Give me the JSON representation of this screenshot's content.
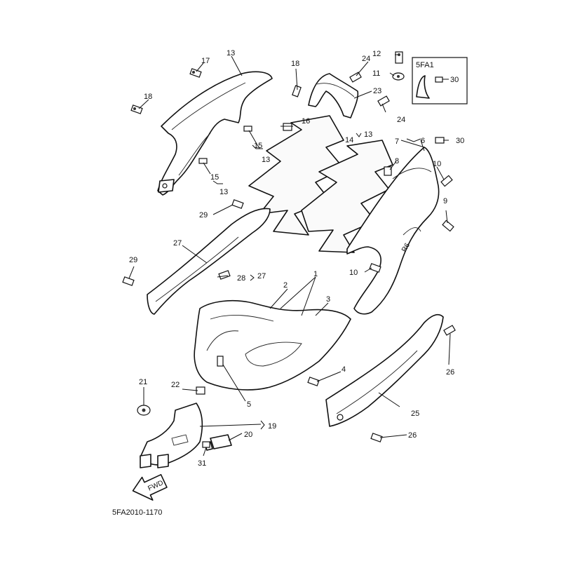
{
  "diagram": {
    "catalog_code": "5FA2010-1170",
    "variant_label": "5FA1",
    "variant_part": "30",
    "fwd_label": "FWD",
    "callouts": {
      "c1": "1",
      "c2": "2",
      "c3": "3",
      "c4": "4",
      "c5": "5",
      "c6": "6",
      "c7": "7",
      "c8": "8",
      "c9": "9",
      "c10a": "10",
      "c10b": "10",
      "c11": "11",
      "c12": "12",
      "c13a": "13",
      "c13b": "13",
      "c13c": "13",
      "c13d": "13",
      "c14": "14",
      "c15a": "15",
      "c15b": "15",
      "c16": "16",
      "c17": "17",
      "c18a": "18",
      "c18b": "18",
      "c19": "19",
      "c20": "20",
      "c21": "21",
      "c22": "22",
      "c23": "23",
      "c24a": "24",
      "c24b": "24",
      "c25": "25",
      "c26a": "26",
      "c26b": "26",
      "c27a": "27",
      "c27b": "27",
      "c28": "28",
      "c29a": "29",
      "c29b": "29",
      "c30": "30",
      "c31": "31"
    }
  }
}
